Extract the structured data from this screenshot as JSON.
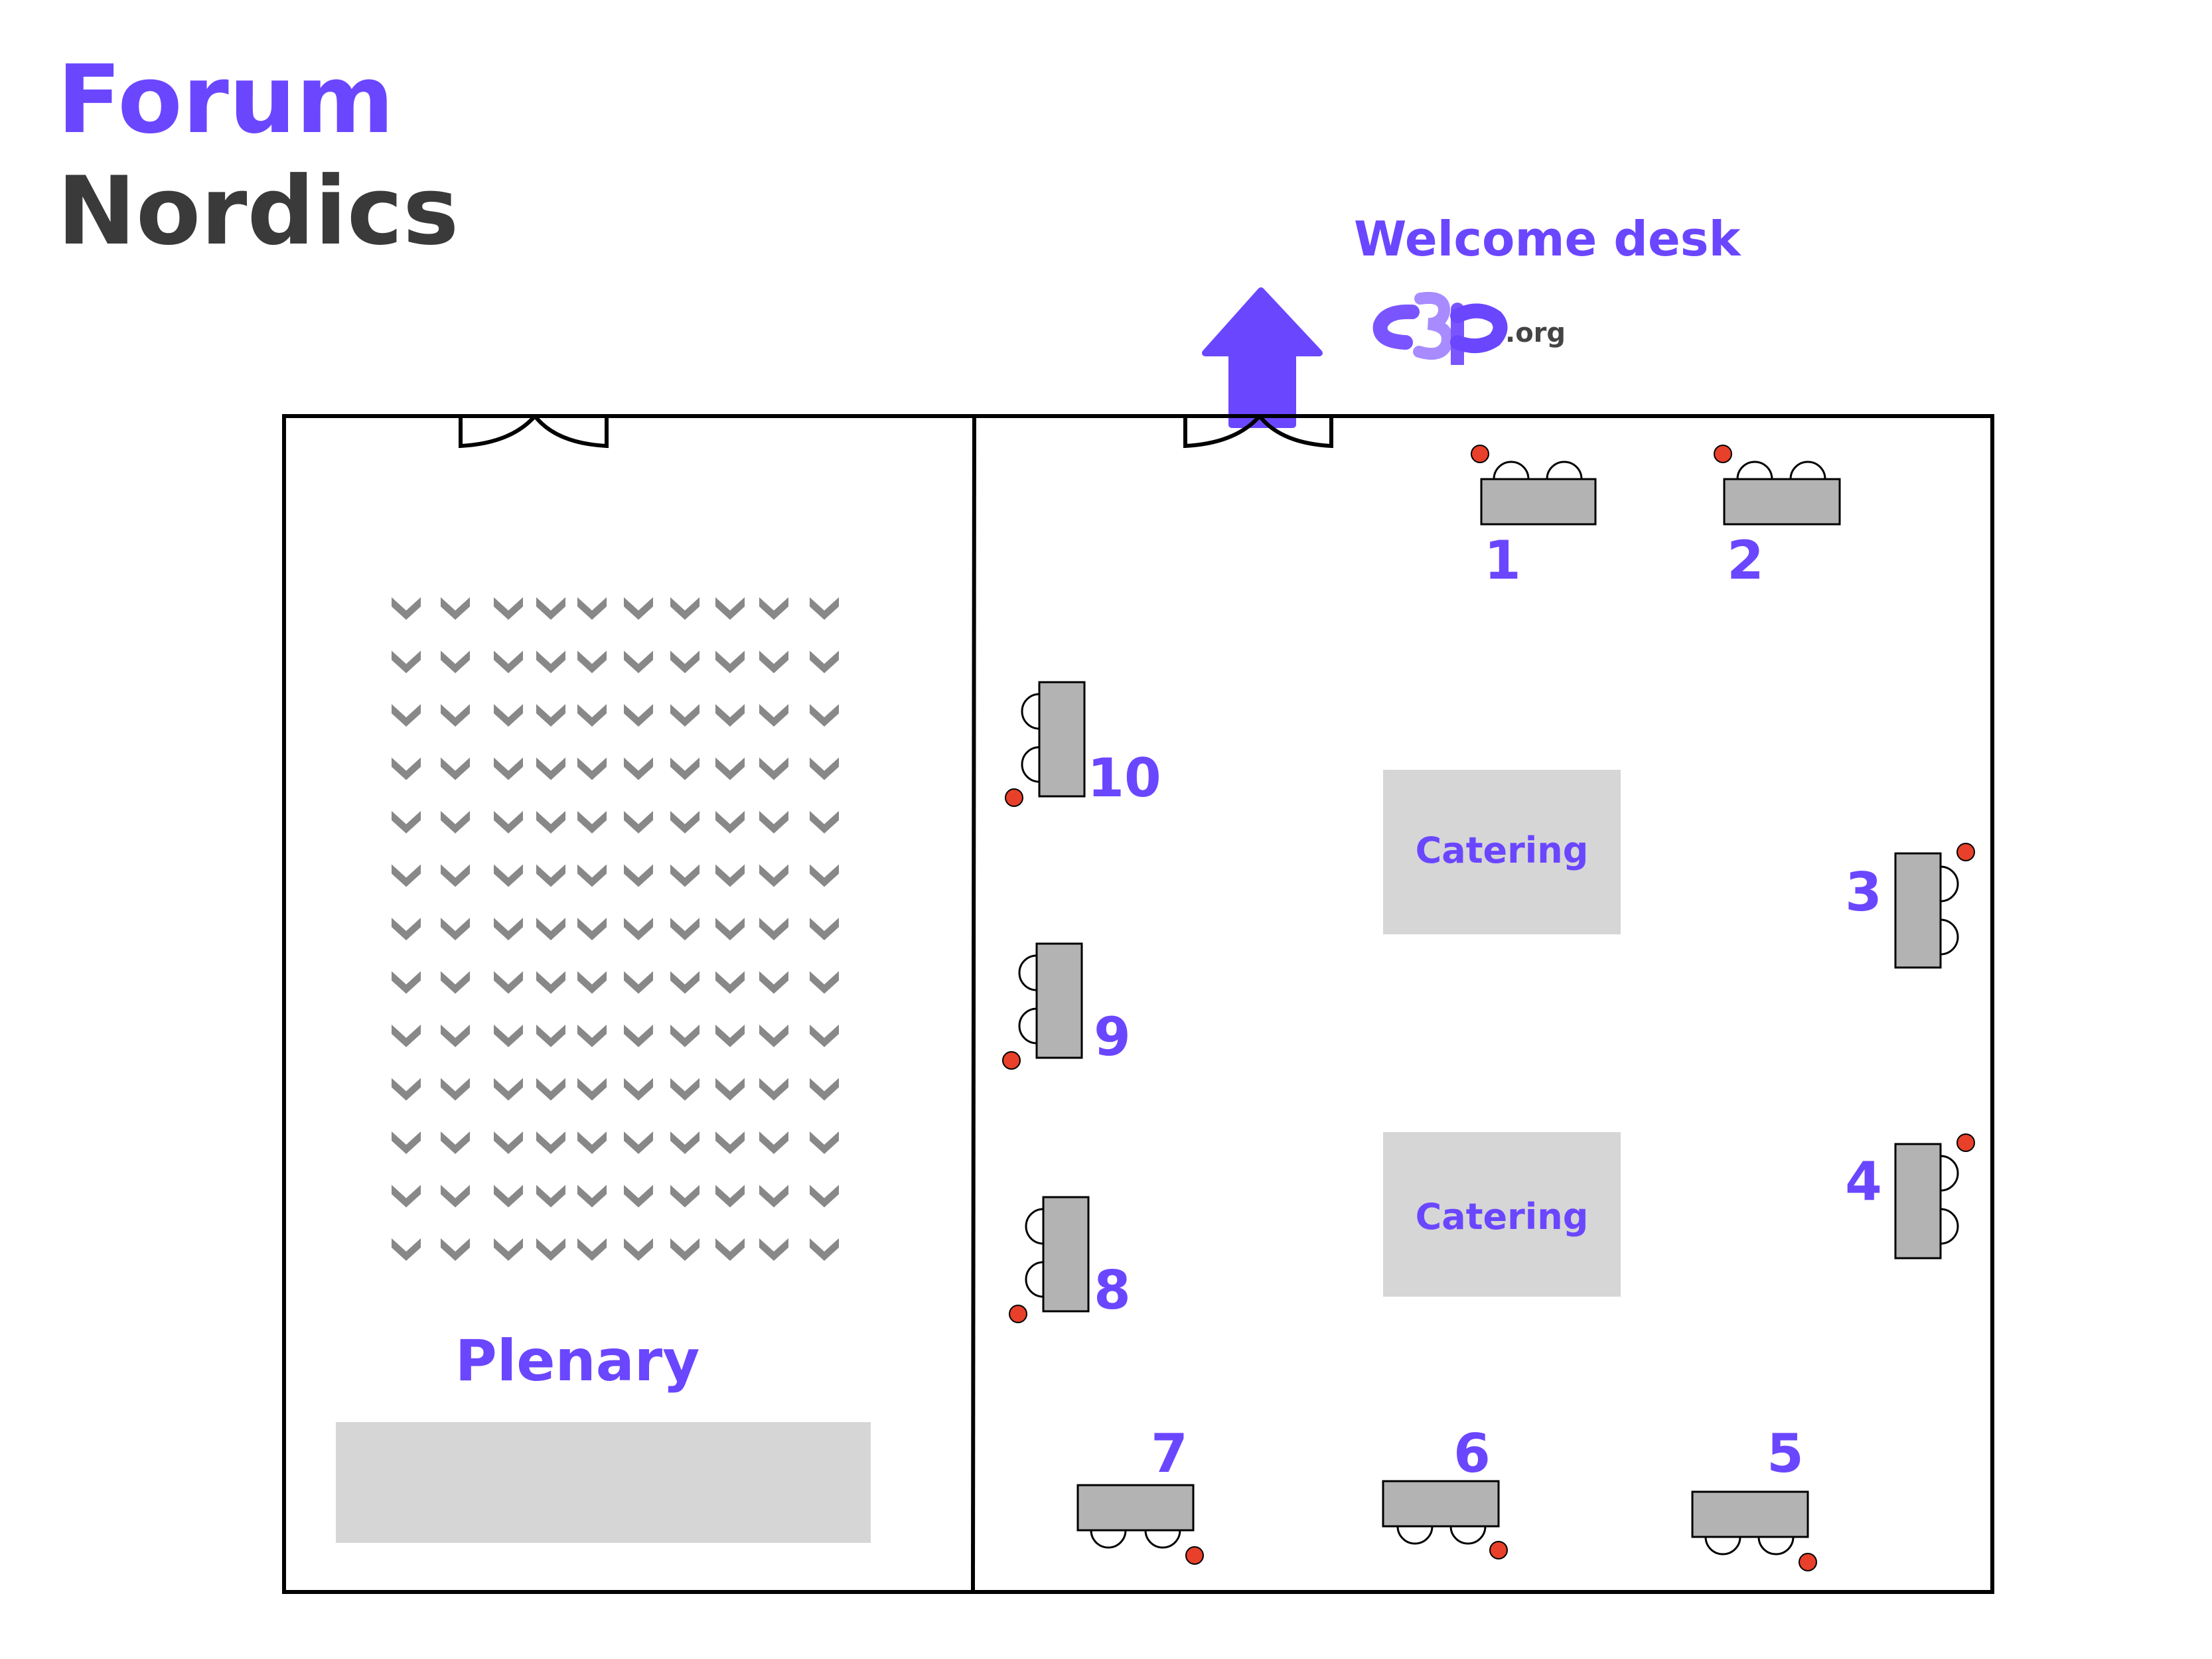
{
  "header": {
    "title_line1": "Forum",
    "title_line2": "Nordics"
  },
  "entrance": {
    "label": "Welcome desk",
    "logo_text": ".org"
  },
  "rooms": {
    "plenary_label": "Plenary",
    "seating": {
      "rows": 13,
      "columns": 10
    }
  },
  "catering": [
    {
      "label": "Catering"
    },
    {
      "label": "Catering"
    }
  ],
  "booths": [
    {
      "number": "1"
    },
    {
      "number": "2"
    },
    {
      "number": "3"
    },
    {
      "number": "4"
    },
    {
      "number": "5"
    },
    {
      "number": "6"
    },
    {
      "number": "7"
    },
    {
      "number": "8"
    },
    {
      "number": "9"
    },
    {
      "number": "10"
    }
  ],
  "colors": {
    "accent": "#6b46ff",
    "title_dark": "#3a3a3a",
    "table_fill": "#b3b3b3",
    "zone_fill": "#d6d6d6",
    "chair_fill": "#888888",
    "dot": "#e8402a"
  }
}
